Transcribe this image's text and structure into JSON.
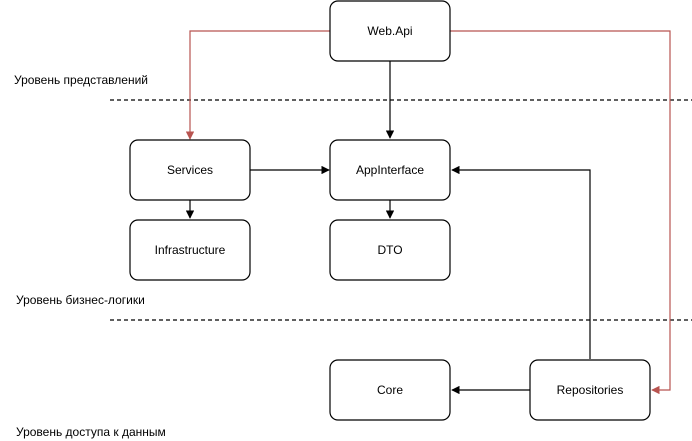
{
  "layers": {
    "presentation": "Уровень представлений",
    "business": "Уровень бизнес-логики",
    "data_access": "Уровень доступа к данным"
  },
  "nodes": {
    "webapi": "Web.Api",
    "services": "Services",
    "appinterface": "AppInterface",
    "infrastructure": "Infrastructure",
    "dto": "DTO",
    "core": "Core",
    "repositories": "Repositories"
  },
  "colors": {
    "black_edge": "#000000",
    "red_edge": "#b85450"
  }
}
